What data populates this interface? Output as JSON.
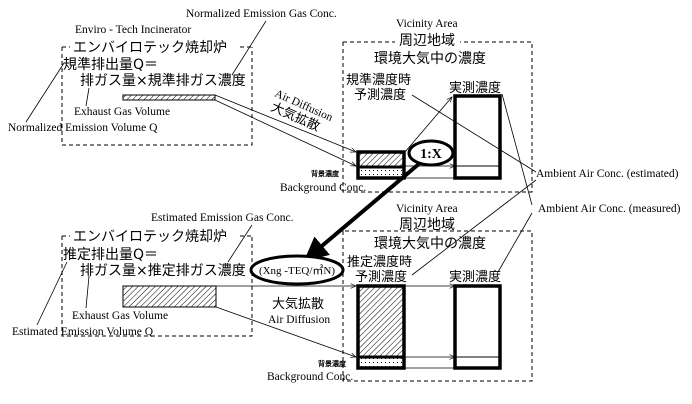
{
  "top_scenario": {
    "incinerator": {
      "label_en": "Enviro - Tech Incinerator",
      "label_jp": "エンバイロテック焼却炉",
      "formula_line1": "規準排出量Q＝",
      "formula_line2": "排ガス量×規準排ガス濃度",
      "gas_conc_label": "Normalized Emission Gas Conc.",
      "exhaust_label": "Exhaust Gas Volume",
      "emission_volume_label": "Normalized Emission Volume Q"
    },
    "diffusion": {
      "label_en": "Air Diffusion",
      "label_jp": "大気拡散"
    },
    "vicinity": {
      "label_en": "Vicinity Area",
      "label_jp": "周辺地域",
      "subtitle_jp": "環境大気中の濃度",
      "predicted_line1": "規準濃度時",
      "predicted_line2": "予測濃度",
      "measured_jp": "実測濃度",
      "background_jp": "背景濃度",
      "background_en": "Background Conc."
    },
    "ratio_label": "1:X"
  },
  "bottom_scenario": {
    "incinerator": {
      "label_jp": "エンバイロテック焼却炉",
      "formula_line1": "推定排出量Q＝",
      "formula_line2": "排ガス量×推定排ガス濃度",
      "gas_conc_label": "Estimated Emission Gas Conc.",
      "exhaust_label": "Exhaust Gas Volume",
      "emission_volume_label": "Estimated Emission Volume Q"
    },
    "diffusion": {
      "label_jp": "大気拡散",
      "label_en": "Air Diffusion"
    },
    "vicinity": {
      "label_en": "Vicinity Area",
      "label_jp": "周辺地域",
      "subtitle_jp": "環境大気中の濃度",
      "predicted_line1": "推定濃度時",
      "predicted_line2": "予測濃度",
      "measured_jp": "実測濃度",
      "background_jp": "背景濃度",
      "background_en": "Background Conc."
    },
    "unit_label": "(Xng -TEQ/㎥N)"
  },
  "legend": {
    "estimated": "Ambient Air Conc. (estimated)",
    "measured": "Ambient Air Conc. (measured)"
  }
}
